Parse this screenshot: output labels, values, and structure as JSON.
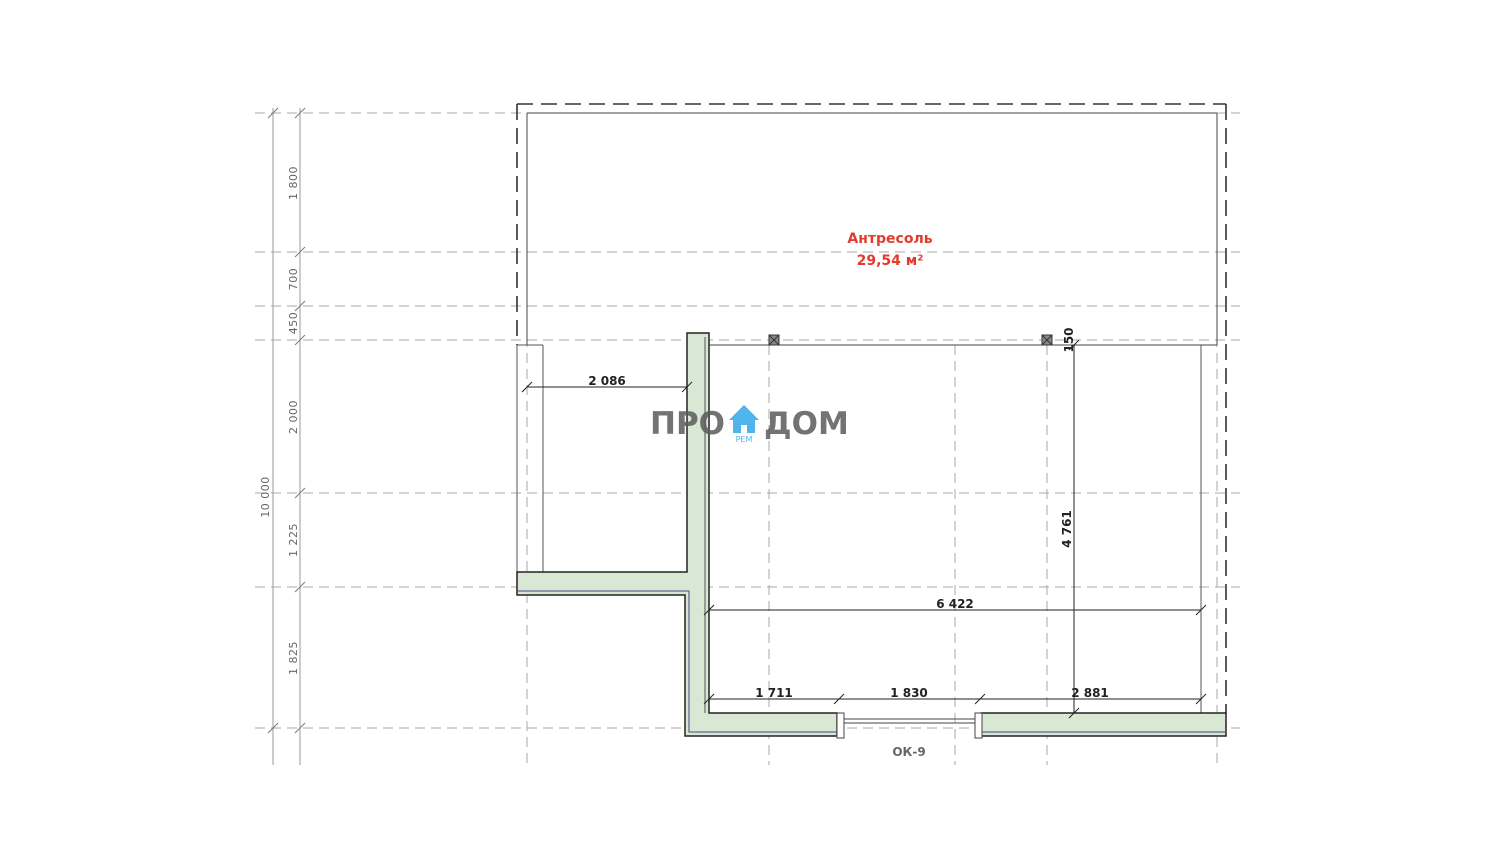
{
  "colors": {
    "room_label": "#e23b2c",
    "wall_fill": "#d9e8d4",
    "wall_line": "#222222",
    "wall_inner_line": "#3b4a8c",
    "grid_line": "#aaaaaa",
    "logo_text": "#5b5b5b",
    "logo_accent": "#33a6e8"
  },
  "room": {
    "name": "Антресоль",
    "area": "29,54 м²"
  },
  "logo": {
    "left": "ПРО",
    "right": "ДОМ",
    "sub": "РЕМ",
    "icon": "house-icon"
  },
  "window_tag": "ОК-9",
  "dimensions": {
    "left_total": "10 000",
    "left_segments": [
      "1 800",
      "700",
      "450",
      "2 000",
      "1 225",
      "1 825"
    ],
    "upper_left_width": "2 086",
    "beam_offset": "150",
    "room_height": "4 761",
    "room_width": "6 422",
    "bottom_segments": [
      "1 711",
      "1 830",
      "2 881"
    ]
  }
}
